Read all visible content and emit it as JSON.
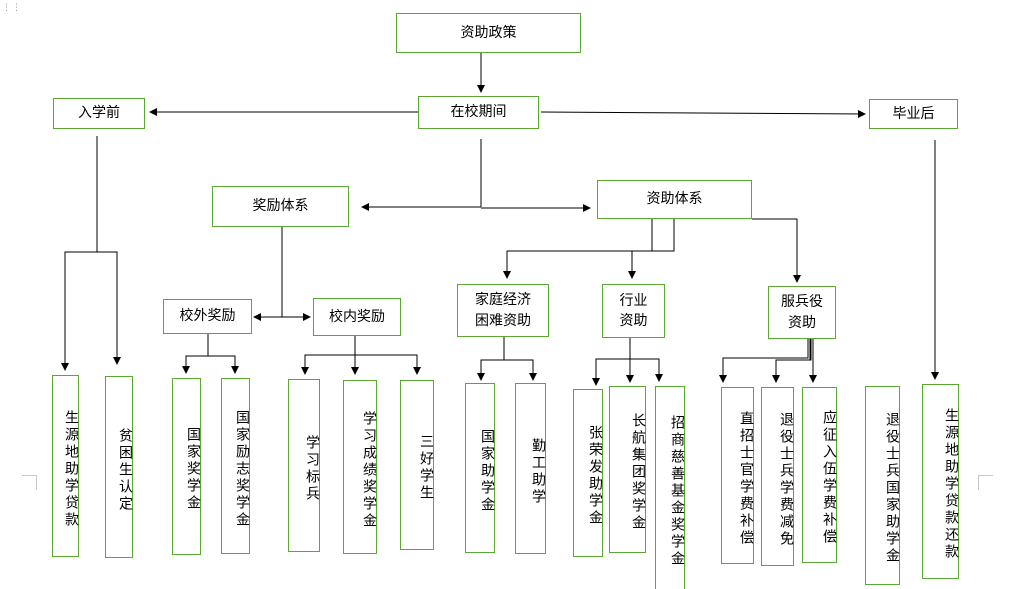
{
  "nodes": {
    "policy": "资助政策",
    "before": "入学前",
    "during": "在校期间",
    "after": "毕业后",
    "reward_sys": "奖励体系",
    "aid_sys": "资助体系",
    "outside_reward": "校外奖励",
    "inside_reward": "校内奖励",
    "family_aid": "家庭经济\n困难资助",
    "industry_aid": "行业\n资助",
    "military_aid": "服兵役\n资助",
    "loan_source": "生源地助学贷款",
    "poverty_id": "贫困生认定",
    "national_scholarship": "国家奖学金",
    "national_encourage": "国家励志奖学金",
    "model_student": "学习标兵",
    "academic_scholarship": "学习成绩奖学金",
    "three_good": "三好学生",
    "national_grant": "国家助学金",
    "work_study": "勤工助学",
    "zhang_grant": "张荣发助学金",
    "changhang": "长航集团奖学金",
    "zhaoshang": "招商慈善基金奖学金",
    "direct_nco": "直招士官学费补偿",
    "veteran_waiver": "退役士兵学费减免",
    "enlist_comp": "应征入伍学费补偿",
    "veteran_grant": "退役士兵国家助学金",
    "loan_repay": "生源地助学贷款还款"
  },
  "colors": {
    "border": "#5aa832",
    "line": "#000000"
  }
}
